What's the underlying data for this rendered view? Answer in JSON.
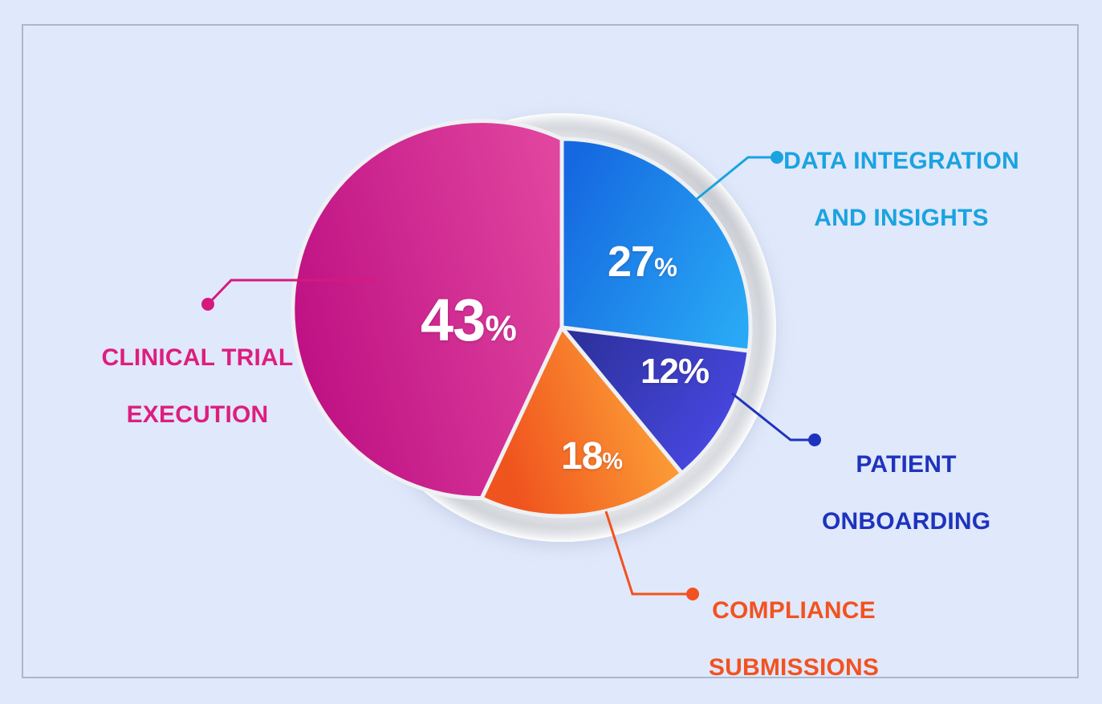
{
  "background": {
    "page_color": "#e0e8fb",
    "frame_color": "#aab8cf"
  },
  "chart_data": {
    "type": "pie",
    "title": "",
    "subtitle": "",
    "xlabel": "",
    "ylabel": "",
    "legend_position": "callout-labels",
    "units": "%",
    "total": 100,
    "start_angle_deg": 0,
    "direction": "clockwise",
    "categories": [
      "DATA INTEGRATION AND INSIGHTS",
      "PATIENT ONBOARDING",
      "COMPLIANCE SUBMISSIONS",
      "CLINICAL TRIAL EXECUTION"
    ],
    "values": [
      27,
      12,
      18,
      43
    ],
    "slices": [
      {
        "label": "DATA INTEGRATION AND INSIGHTS",
        "label_line1": "DATA INTEGRATION",
        "label_line2": "AND INSIGHTS",
        "value": 27,
        "value_text": "27",
        "percent_symbol": "%",
        "symbol_style": "small",
        "start_deg": 0,
        "end_deg": 97.2,
        "color_from": "#1568e0",
        "color_to": "#29a8f5",
        "label_color": "#1aa3e0"
      },
      {
        "label": "PATIENT ONBOARDING",
        "label_line1": "PATIENT",
        "label_line2": "ONBOARDING",
        "value": 12,
        "value_text": "12",
        "percent_symbol": "%",
        "symbol_style": "equal",
        "start_deg": 97.2,
        "end_deg": 140.4,
        "color_from": "#2a2f96",
        "color_to": "#4040d8",
        "label_color": "#1e33bd"
      },
      {
        "label": "COMPLIANCE SUBMISSIONS",
        "label_line1": "COMPLIANCE",
        "label_line2": "SUBMISSIONS",
        "value": 18,
        "value_text": "18",
        "percent_symbol": "%",
        "symbol_style": "small",
        "start_deg": 140.4,
        "end_deg": 205.2,
        "color_from": "#f0541e",
        "color_to": "#ffb13c",
        "label_color": "#f2521f"
      },
      {
        "label": "CLINICAL TRIAL EXECUTION",
        "label_line1": "CLINICAL TRIAL",
        "label_line2": "EXECUTION",
        "value": 43,
        "value_text": "43",
        "percent_symbol": "%",
        "symbol_style": "small",
        "start_deg": 205.2,
        "end_deg": 360,
        "color_from": "#bf1184",
        "color_to": "#e0459f",
        "label_color": "#dd1e7f"
      }
    ]
  }
}
